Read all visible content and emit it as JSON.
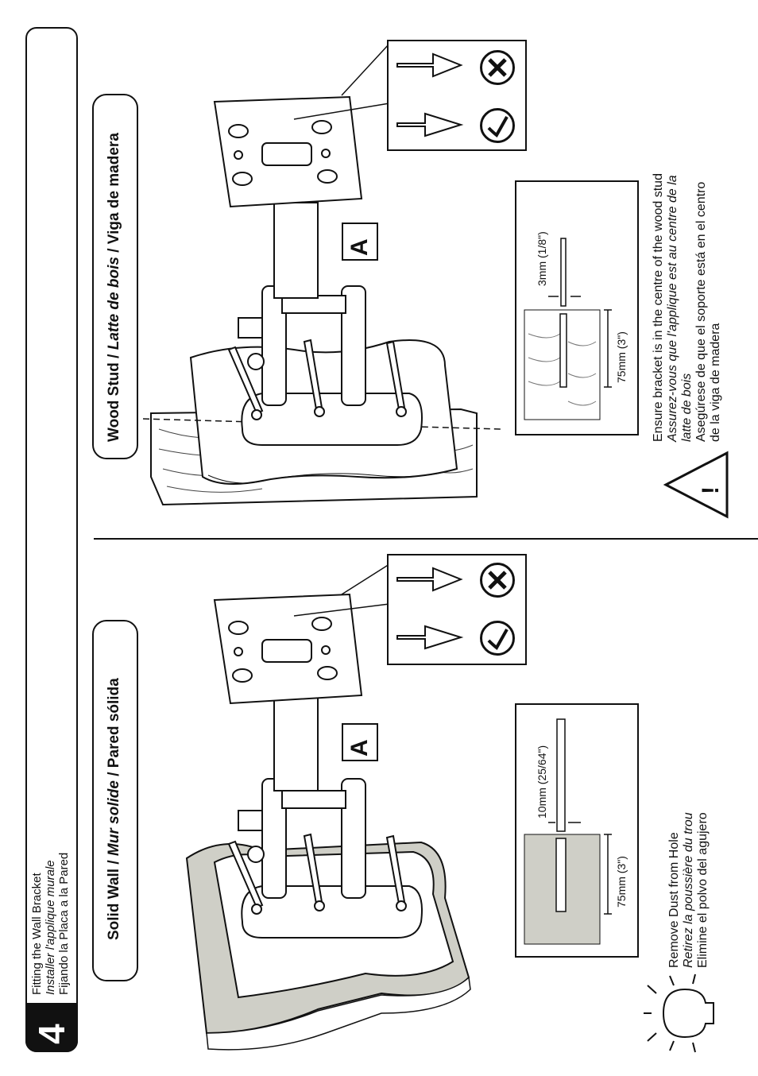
{
  "step": {
    "number": "4",
    "title_en": "Fitting the Wall Bracket",
    "title_fr": "Installer l'applique murale",
    "title_es": "Fijando la Placa a la Pared"
  },
  "solid_wall": {
    "heading_en": "Solid Wall / ",
    "heading_fr": "Mur solide",
    "heading_es": " / Pared sólida",
    "part_label": "A",
    "drill_size": "10mm (25/64\")",
    "depth": "75mm (3\")",
    "note_en": "Remove Dust from Hole",
    "note_fr": "Retirez la poussière du trou",
    "note_es": "Elimine el polvo del agujero"
  },
  "wood_stud": {
    "heading_en": "Wood Stud / ",
    "heading_fr": "Latte de bois",
    "heading_es": " / Viga de madera",
    "part_label": "A",
    "drill_size": "3mm (1/8\")",
    "depth": "75mm (3\")",
    "note_en": "Ensure bracket is in the centre of the wood stud",
    "note_fr_1": "Assurez-vous que l'applique est au centre de la",
    "note_fr_2": "latte de bois",
    "note_es_1": "Asegúrese de que el soporte está en el centro",
    "note_es_2": "de la viga de madera",
    "warning_symbol": "!"
  },
  "icons": [
    "lightbulb-icon",
    "warning-triangle-icon",
    "correct-check-icon",
    "wrong-cross-icon"
  ]
}
